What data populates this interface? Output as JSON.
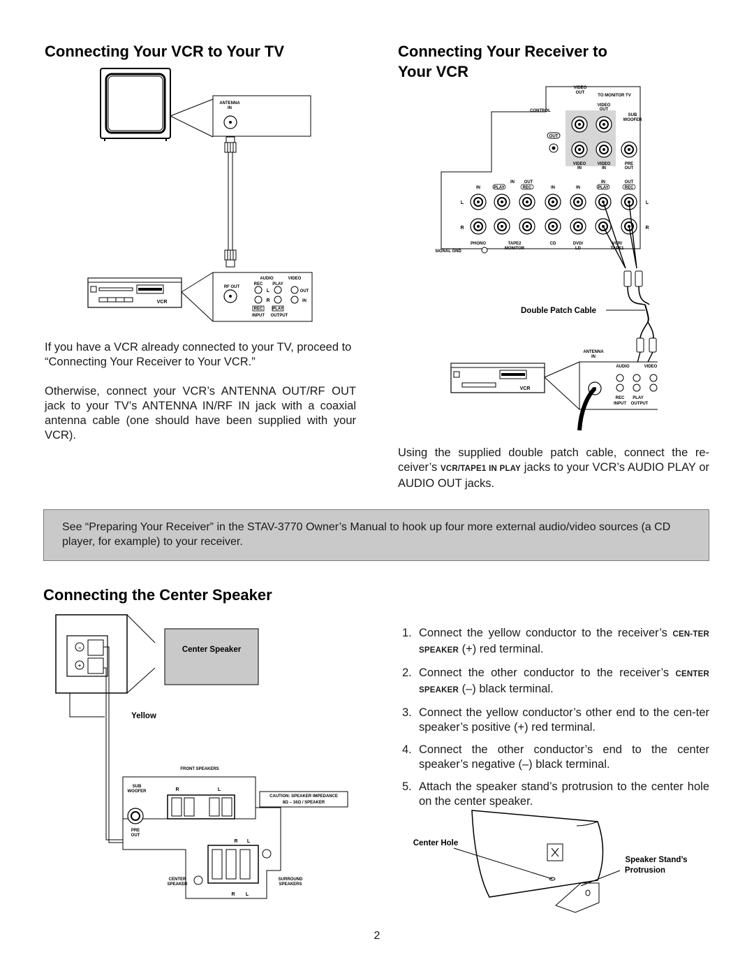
{
  "vcr_tv": {
    "heading": "Connecting Your VCR to Your TV",
    "diagram": {
      "antenna_in_label": "ANTENNA",
      "antenna_in_label2": "IN",
      "vcr_label": "VCR",
      "rf_out_label": "RF OUT",
      "audio_label": "AUDIO",
      "video_label": "VIDEO",
      "rec_label": "REC",
      "play_label": "PLAY",
      "l_label": "L",
      "r_label": "R",
      "out_label": "OUT",
      "in_label": "IN",
      "input_label": "INPUT",
      "output_label": "OUTPUT"
    },
    "para1": "If you have a VCR already connected to your TV, proceed to “Connecting Your Receiver to Your VCR.”",
    "para2": "Otherwise, connect your VCR’s ANTENNA OUT/RF OUT jack to your TV’s ANTENNA IN/RF IN jack with a coaxial antenna cable (one should have been supplied with your VCR)."
  },
  "receiver_vcr": {
    "heading_line1": "Connecting Your Receiver to",
    "heading_line2": "Your VCR",
    "diagram": {
      "video_out": "VIDEO",
      "video_out2": "OUT",
      "to_monitor_tv": "TO MONITOR TV",
      "control": "CONTROL",
      "out": "OUT",
      "sub_woofer": "SUB",
      "sub_woofer2": "WOOFER",
      "video_in": "VIDEO",
      "in": "IN",
      "pre": "PRE",
      "in_label": "IN",
      "out_label": "OUT",
      "play": "PLAY",
      "rec": "REC",
      "l": "L",
      "r": "R",
      "phono": "PHONO",
      "tape2_monitor": "TAPE2",
      "monitor": "MONITOR",
      "cd": "CD",
      "dvd_ld": "DVD/",
      "ld": "LD",
      "vcr_tape1": "VCR/",
      "tape1": "TAPE1",
      "signal_gnd": "SIGNAL GND",
      "double_patch_cable": "Double Patch Cable",
      "antenna_in": "ANTENNA",
      "antenna_in2": "IN",
      "vcr_label": "VCR"
    },
    "para_before": "Using the supplied double patch cable, connect the re-ceiver’s",
    "para_jack": "VCR/TAPE1 IN PLAY",
    "para_after": "jacks to your VCR’s AUDIO PLAY or AUDIO OUT jacks."
  },
  "note": {
    "text": "See “Preparing Your Receiver” in the STAV-3770 Owner’s Manual to hook up four more external audio/video sources (a CD player, for example) to your receiver."
  },
  "center_speaker": {
    "heading": "Connecting the Center Speaker",
    "diagram": {
      "center_speaker_label": "Center Speaker",
      "yellow_label": "Yellow",
      "front_speakers": "FRONT SPEAKERS",
      "caution": "CAUTION: SPEAKER IMPEDANCE",
      "impedance": "8Ω – 16Ω / SPEAKER",
      "sub_woofer": "SUB",
      "sub_woofer2": "WOOFER",
      "pre_out": "PRE",
      "pre_out2": "OUT",
      "center_speaker": "CENTER",
      "center_speaker2": "SPEAKER",
      "surround": "SURROUND",
      "surround2": "SPEAKERS",
      "r": "R",
      "l": "L",
      "center_hole": "Center Hole",
      "stand_protrusion": "Speaker Stand’s",
      "stand_protrusion2": "Protrusion"
    },
    "steps": [
      {
        "num": "1.",
        "pre": "Connect the yellow conductor to the receiver’s ",
        "caps": "CEN-TER SPEAKER",
        "post": " (+) red terminal."
      },
      {
        "num": "2.",
        "pre": "Connect the other conductor to the receiver’s ",
        "caps": "CENTER SPEAKER",
        "post": " (–) black terminal."
      },
      {
        "num": "3.",
        "pre": "Connect the yellow conductor’s other end to the cen-ter speaker’s positive (+) red terminal.",
        "caps": "",
        "post": ""
      },
      {
        "num": "4.",
        "pre": "Connect the other conductor’s end to the center speaker’s negative (–) black terminal.",
        "caps": "",
        "post": ""
      },
      {
        "num": "5.",
        "pre": "Attach the speaker stand’s protrusion to the center hole on the center speaker.",
        "caps": "",
        "post": ""
      }
    ]
  },
  "page_number": "2"
}
